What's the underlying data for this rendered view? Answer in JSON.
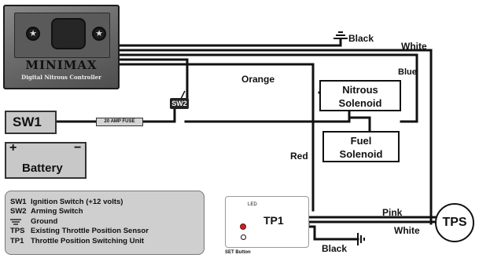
{
  "controller": {
    "title": "MINIMAX",
    "subtitle": "Digital Nitrous Controller",
    "left_knob_icon": "star-icon",
    "right_knob_icon": "star-icon"
  },
  "components": {
    "sw1": "SW1",
    "fuse": "20 AMP FUSE",
    "sw2": "SW2",
    "battery": {
      "positive": "+",
      "negative": "−",
      "label": "Battery"
    },
    "nitrous_solenoid": [
      "Nitrous",
      "Solenoid"
    ],
    "fuel_solenoid": [
      "Fuel",
      "Solenoid"
    ],
    "tp1": "TP1",
    "tp1_led": "LED",
    "tp1_set_button": "SET Button",
    "tps": "TPS"
  },
  "wire_labels": {
    "black_top": "Black",
    "white_top": "White",
    "orange": "Orange",
    "blue": "Blue",
    "red": "Red",
    "pink": "Pink",
    "white_bottom": "White",
    "black_bottom": "Black"
  },
  "legend": [
    {
      "key": "SW1",
      "desc": "Ignition Switch (+12 volts)"
    },
    {
      "key": "SW2",
      "desc": "Arming Switch"
    },
    {
      "key": "",
      "icon": "ground-icon",
      "desc": "Ground"
    },
    {
      "key": "TPS",
      "desc": "Existing Throttle Position Sensor"
    },
    {
      "key": "TP1",
      "desc": "Throttle Position Switching Unit"
    }
  ],
  "colors": {
    "wire": "#111111",
    "led": "#cc2222",
    "panel": "#c8c8c8"
  }
}
